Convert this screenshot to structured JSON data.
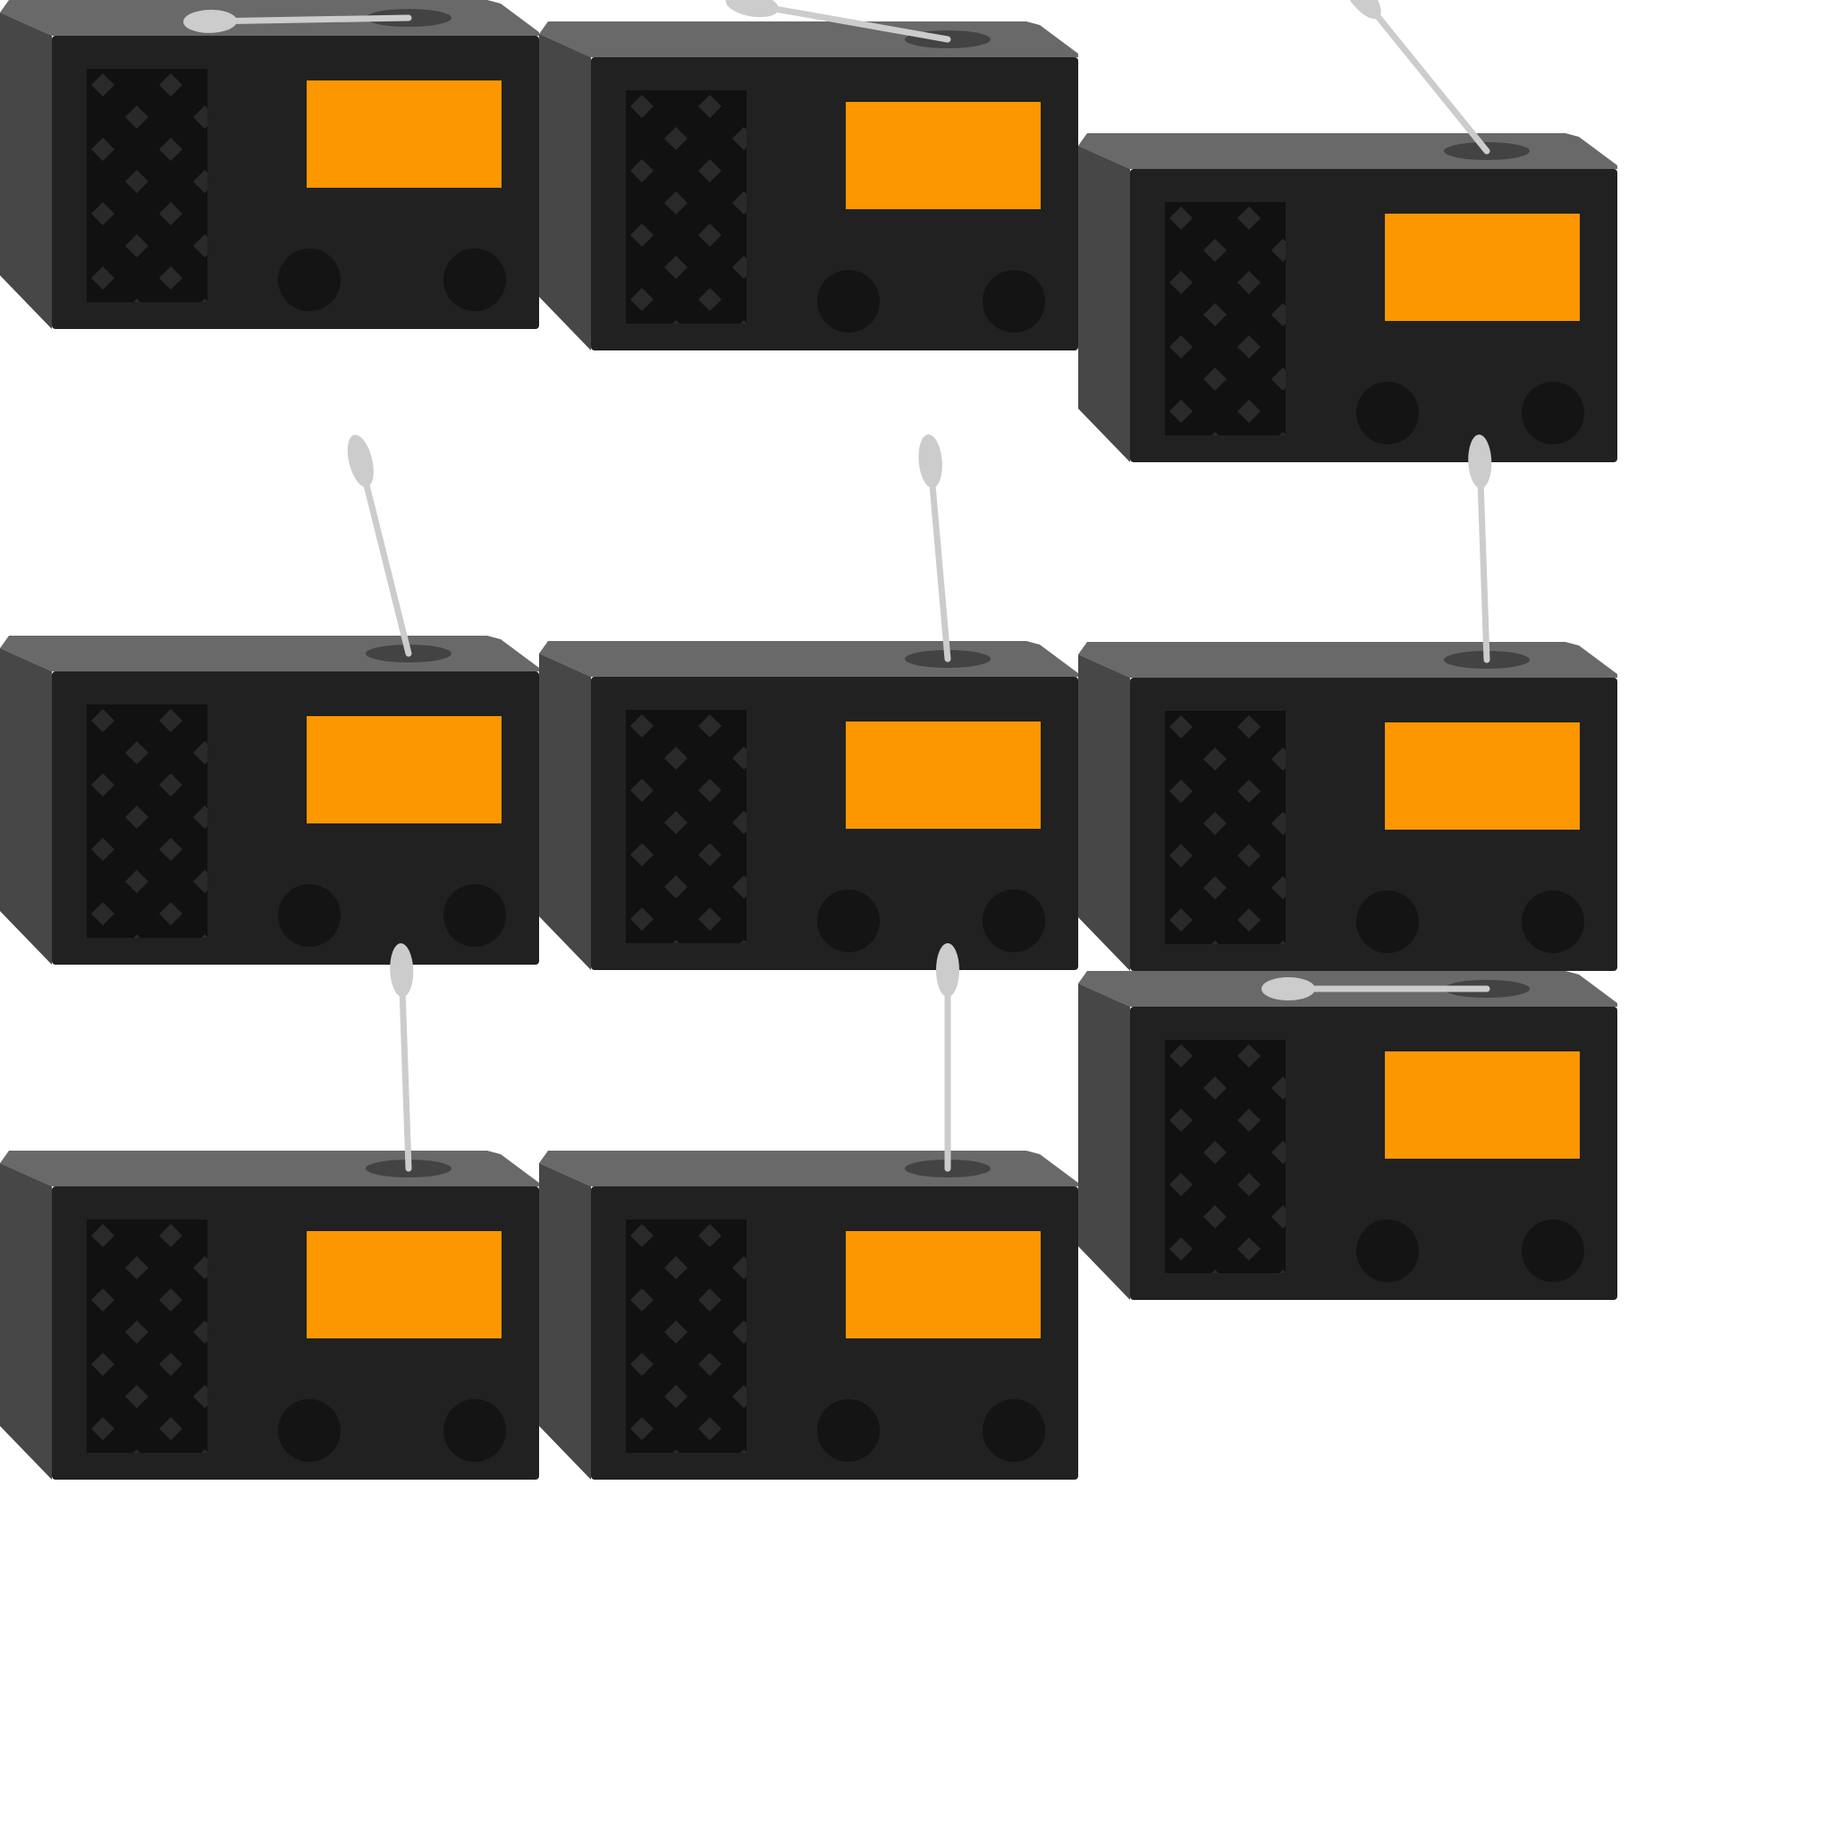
{
  "colors": {
    "background": "#ffffff",
    "top": "#696969",
    "side": "#474747",
    "front": "#212121",
    "grille": "#111111",
    "grille_diamond": "#2a2a2a",
    "display": "#fc9700",
    "knob": "#141414",
    "antenna": "#cccccc",
    "antenna_base": "#434343"
  },
  "radios": [
    {
      "id": "radio-1",
      "antenna_angle_deg": 91,
      "antenna_extended": true
    },
    {
      "id": "radio-2",
      "antenna_angle_deg": 80,
      "antenna_extended": true
    },
    {
      "id": "radio-3",
      "antenna_angle_deg": 39,
      "antenna_extended": true
    },
    {
      "id": "radio-4",
      "antenna_angle_deg": 14,
      "antenna_extended": true
    },
    {
      "id": "radio-5",
      "antenna_angle_deg": 5,
      "antenna_extended": true
    },
    {
      "id": "radio-6",
      "antenna_angle_deg": 2,
      "antenna_extended": true
    },
    {
      "id": "radio-7",
      "antenna_angle_deg": 2,
      "antenna_extended": true
    },
    {
      "id": "radio-8",
      "antenna_angle_deg": 0,
      "antenna_extended": true
    },
    {
      "id": "radio-9",
      "antenna_angle_deg": 90,
      "antenna_extended": true
    }
  ]
}
